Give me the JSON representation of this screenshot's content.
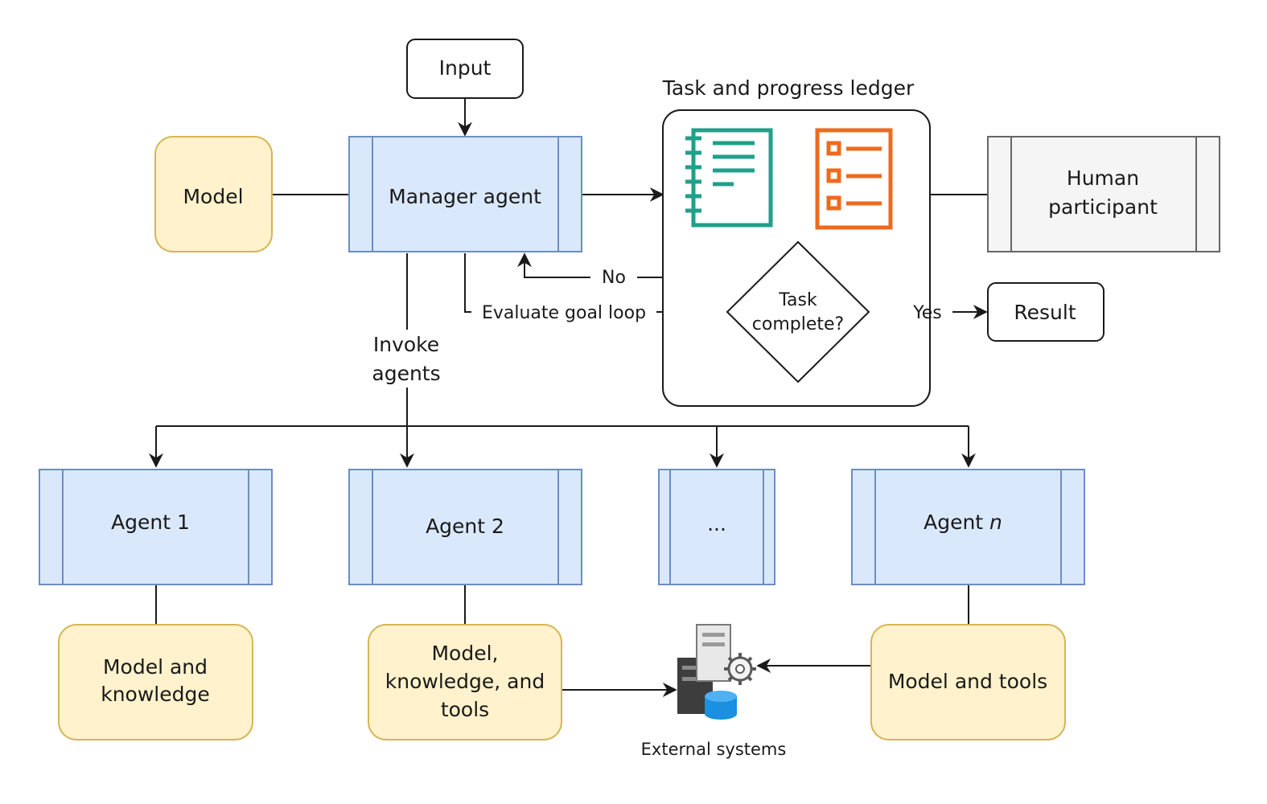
{
  "nodes": {
    "input": "Input",
    "model": "Model",
    "manager_agent": "Manager agent",
    "ledger_title": "Task and progress ledger",
    "human_participant": [
      "Human",
      "participant"
    ],
    "decision": [
      "Task",
      "complete?"
    ],
    "result": "Result",
    "agent_1": "Agent 1",
    "agent_2": "Agent 2",
    "agent_ellipsis": "...",
    "agent_n_prefix": "Agent ",
    "agent_n_suffix": "n",
    "agent1_resources": [
      "Model and",
      "knowledge"
    ],
    "agent2_resources": [
      "Model,",
      "knowledge, and",
      "tools"
    ],
    "agentn_resources": "Model and tools",
    "external_systems": "External systems"
  },
  "edge_labels": {
    "no": "No",
    "yes": "Yes",
    "evaluate_goal_loop": "Evaluate goal loop",
    "invoke_agents": [
      "Invoke",
      "agents"
    ]
  },
  "icons": {
    "task_ledger": "notebook-icon",
    "progress_ledger": "checklist-icon",
    "external_systems": "server-database-gear-icon"
  },
  "colors": {
    "agent_fill": "#dae8fc",
    "agent_stroke": "#6c8ebf",
    "model_fill": "#fff2cc",
    "model_stroke": "#d6b656",
    "human_fill": "#f5f5f5",
    "notebook": "#1fa08a",
    "checklist": "#ee6a1e",
    "database": "#1b8fe0"
  }
}
